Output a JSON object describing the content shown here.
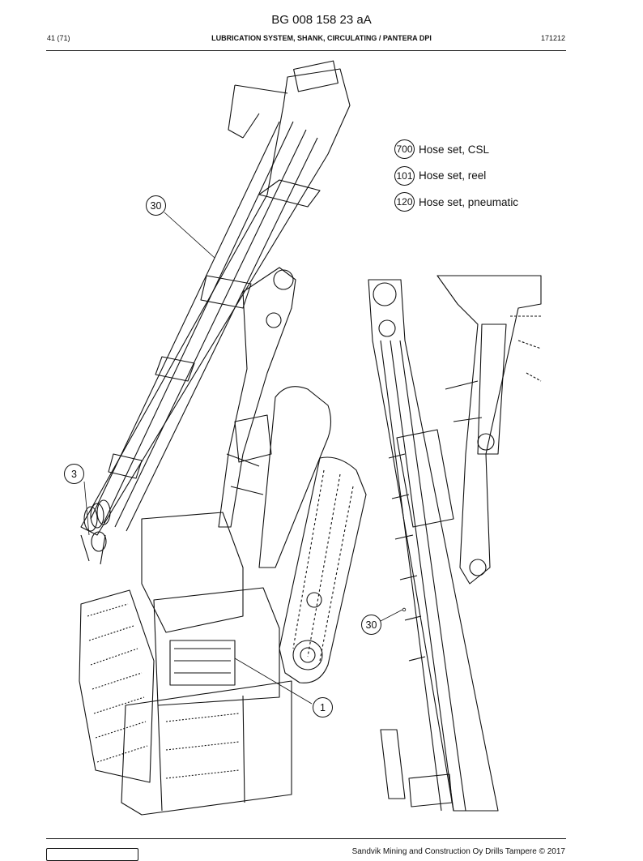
{
  "header": {
    "doc_number": "BG 008 158 23 aA",
    "page_ref": "41 (71)",
    "section_title": "LUBRICATION SYSTEM, SHANK, CIRCULATING / PANTERA DPI",
    "date_code": "171212"
  },
  "legend": [
    {
      "code": "700",
      "label": "Hose set, CSL"
    },
    {
      "code": "101",
      "label": "Hose set, reel"
    },
    {
      "code": "120",
      "label": "Hose set, pneumatic"
    }
  ],
  "callouts": {
    "c30_top": "30",
    "c3": "3",
    "c1": "1",
    "c30_right": "30"
  },
  "footer": {
    "copyright": "Sandvik Mining and Construction Oy Drills Tampere © 2017"
  }
}
